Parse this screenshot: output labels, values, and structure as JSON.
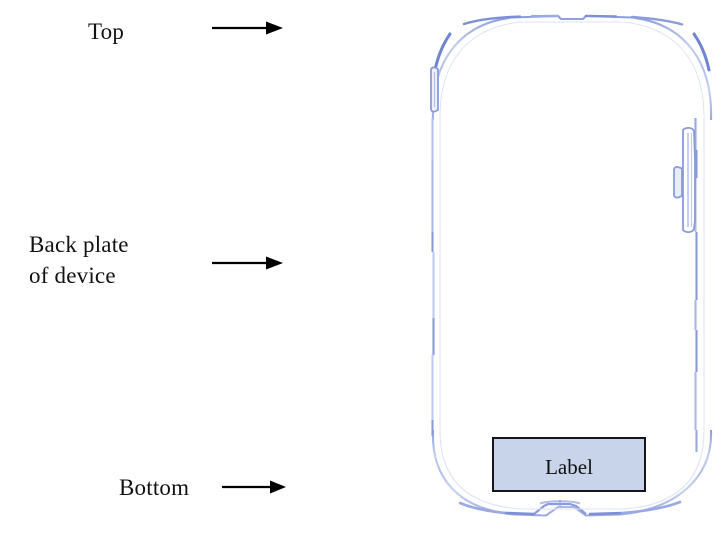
{
  "figure": {
    "title": "Device back plate annotated diagram",
    "background_color": "#ffffff"
  },
  "annotations": [
    {
      "id": "top",
      "label": "Top",
      "arrow": "arrow-right",
      "arrow_direction": "right"
    },
    {
      "id": "back-plate",
      "label": "Back plate\nof device",
      "arrow": "arrow-right",
      "arrow_direction": "right"
    },
    {
      "id": "bottom",
      "label": "Bottom",
      "arrow": "arrow-right",
      "arrow_direction": "right"
    }
  ],
  "device": {
    "name": "smartphone-back-plate",
    "outline_color": "#8a9bdb",
    "outline_color_light": "#b9c4ea",
    "fill_color": "#ffffff",
    "parts": [
      {
        "name": "left-side-button",
        "label": ""
      },
      {
        "name": "right-side-rail",
        "label": ""
      },
      {
        "name": "right-power-button",
        "label": ""
      },
      {
        "name": "bottom-port-notch",
        "label": ""
      },
      {
        "name": "top-edge-notch",
        "label": ""
      }
    ]
  },
  "label_box": {
    "text": "Label",
    "fill_color": "#c7d4e9",
    "border_color": "#15161c",
    "text_color": "#111111"
  },
  "arrow_style": {
    "color": "#000000",
    "shaft_thickness": 2,
    "length": 70
  }
}
